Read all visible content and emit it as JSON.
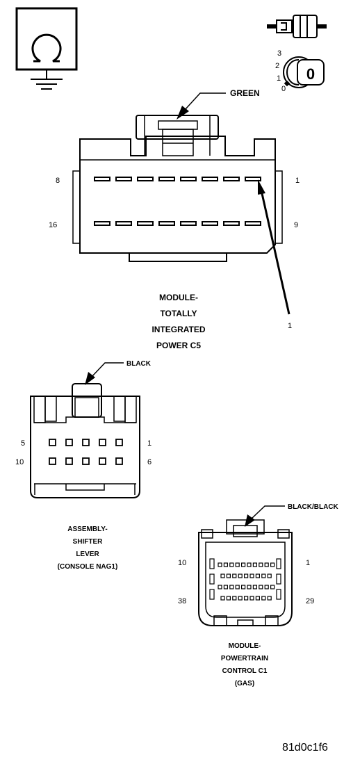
{
  "symbols": {
    "ground_meter": "ohmmeter-ground-icon",
    "connector_probe": "connector-probe-icon",
    "ignition": {
      "positions": [
        "3",
        "2",
        "1",
        "0"
      ],
      "key_label": "0"
    }
  },
  "c5": {
    "wire_color": "GREEN",
    "pins": {
      "top_left": "8",
      "top_right": "1",
      "bottom_left": "16",
      "bottom_right": "9"
    },
    "callout": "1",
    "title": [
      "MODULE-",
      "TOTALLY",
      "INTEGRATED",
      "POWER C5"
    ]
  },
  "shifter": {
    "wire_color": "BLACK",
    "pins": {
      "top_left": "5",
      "top_right": "1",
      "bottom_left": "10",
      "bottom_right": "6"
    },
    "title": [
      "ASSEMBLY-",
      "SHIFTER",
      "LEVER",
      "(CONSOLE NAG1)"
    ]
  },
  "pcm": {
    "wire_color": "BLACK/BLACK",
    "pins": {
      "top_left": "10",
      "top_right": "1",
      "bottom_left": "38",
      "bottom_right": "29"
    },
    "title": [
      "MODULE-",
      "POWERTRAIN",
      "CONTROL C1",
      "(GAS)"
    ]
  },
  "figure_id": "81d0c1f6"
}
